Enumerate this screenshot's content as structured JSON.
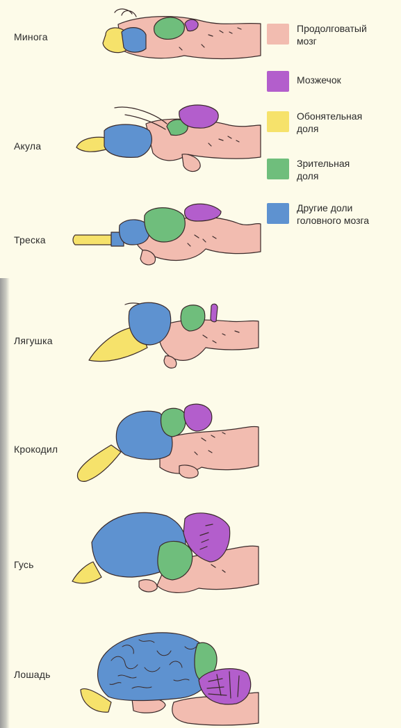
{
  "animals": [
    {
      "name": "Минога"
    },
    {
      "name": "Акула"
    },
    {
      "name": "Треска"
    },
    {
      "name": "Лягушка"
    },
    {
      "name": "Крокодил"
    },
    {
      "name": "Гусь"
    },
    {
      "name": "Лошадь"
    }
  ],
  "legend": [
    {
      "label": "Продолговатый\nмозг",
      "color": "#f2bcb0"
    },
    {
      "label": "Мозжечок",
      "color": "#b35ecc"
    },
    {
      "label": "Обонятельная\nдоля",
      "color": "#f6e26b"
    },
    {
      "label": "Зрительная\nдоля",
      "color": "#6fbe7c"
    },
    {
      "label": "Другие доли\nголовного мозга",
      "color": "#5e92d0"
    }
  ],
  "colors": {
    "medulla": "#f2bcb0",
    "cerebellum": "#b35ecc",
    "olfactory": "#f6e26b",
    "optic": "#6fbe7c",
    "other": "#5e92d0",
    "outline": "#3a2a2a",
    "background": "#fdfbe9"
  }
}
